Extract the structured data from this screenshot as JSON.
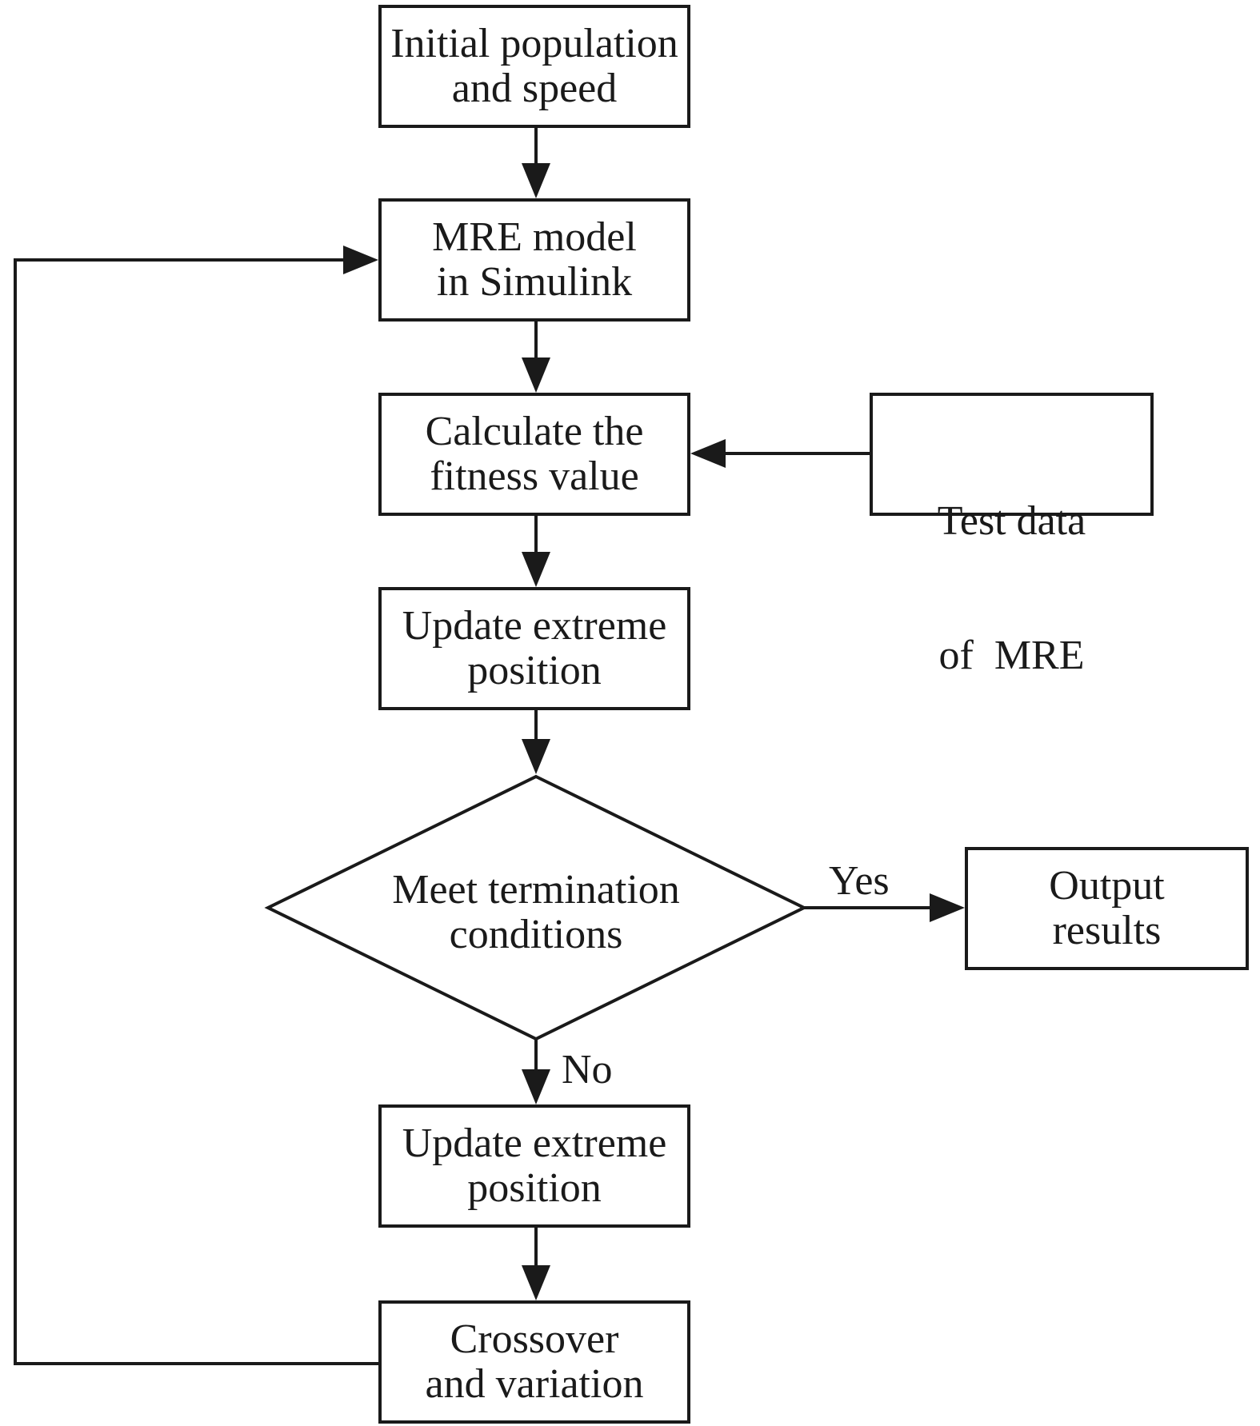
{
  "colors": {
    "stroke": "#1a1a1a",
    "background": "#ffffff"
  },
  "nodes": {
    "initial": {
      "line1": "Initial population",
      "line2": "and speed"
    },
    "model": {
      "line1": "MRE model",
      "line2": "in Simulink"
    },
    "fitness": {
      "line1": "Calculate the",
      "line2": "fitness value"
    },
    "test": {
      "line1": "Test data",
      "line2": "of  MRE"
    },
    "update1": {
      "line1": "Update extreme",
      "line2": "position"
    },
    "decision": {
      "line1": "Meet termination",
      "line2": "conditions"
    },
    "output": {
      "line1": "Output",
      "line2": "results"
    },
    "update2": {
      "line1": "Update extreme",
      "line2": "position"
    },
    "crossover": {
      "line1": "Crossover",
      "line2": "and variation"
    }
  },
  "edges": {
    "yes": "Yes",
    "no": "No"
  }
}
